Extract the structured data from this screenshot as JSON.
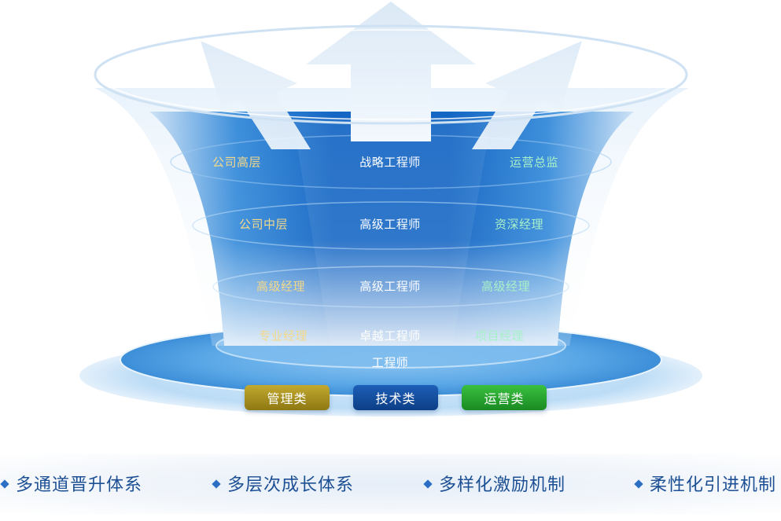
{
  "tiers": [
    {
      "left": "公司高层",
      "center": "战略工程师",
      "right": "运营总监"
    },
    {
      "left": "公司中层",
      "center": "高级工程师",
      "right": "资深经理"
    },
    {
      "left": "高级经理",
      "center": "高级工程师",
      "right": "高级经理"
    },
    {
      "left": "专业经理",
      "center": "卓越工程师",
      "right": "项目经理"
    }
  ],
  "base_label": "工程师",
  "categories": {
    "management": "管理类",
    "technical": "技术类",
    "operations": "运营类"
  },
  "features": [
    "多通道晋升体系",
    "多层次成长体系",
    "多样化激励机制",
    "柔性化引进机制"
  ],
  "colors": {
    "funnel_dark": "#1364c0",
    "funnel_light": "#cfe4f7",
    "left_label": "#f3d98a",
    "right_label": "#a8f0c8",
    "feature_text": "#1c4f93"
  }
}
